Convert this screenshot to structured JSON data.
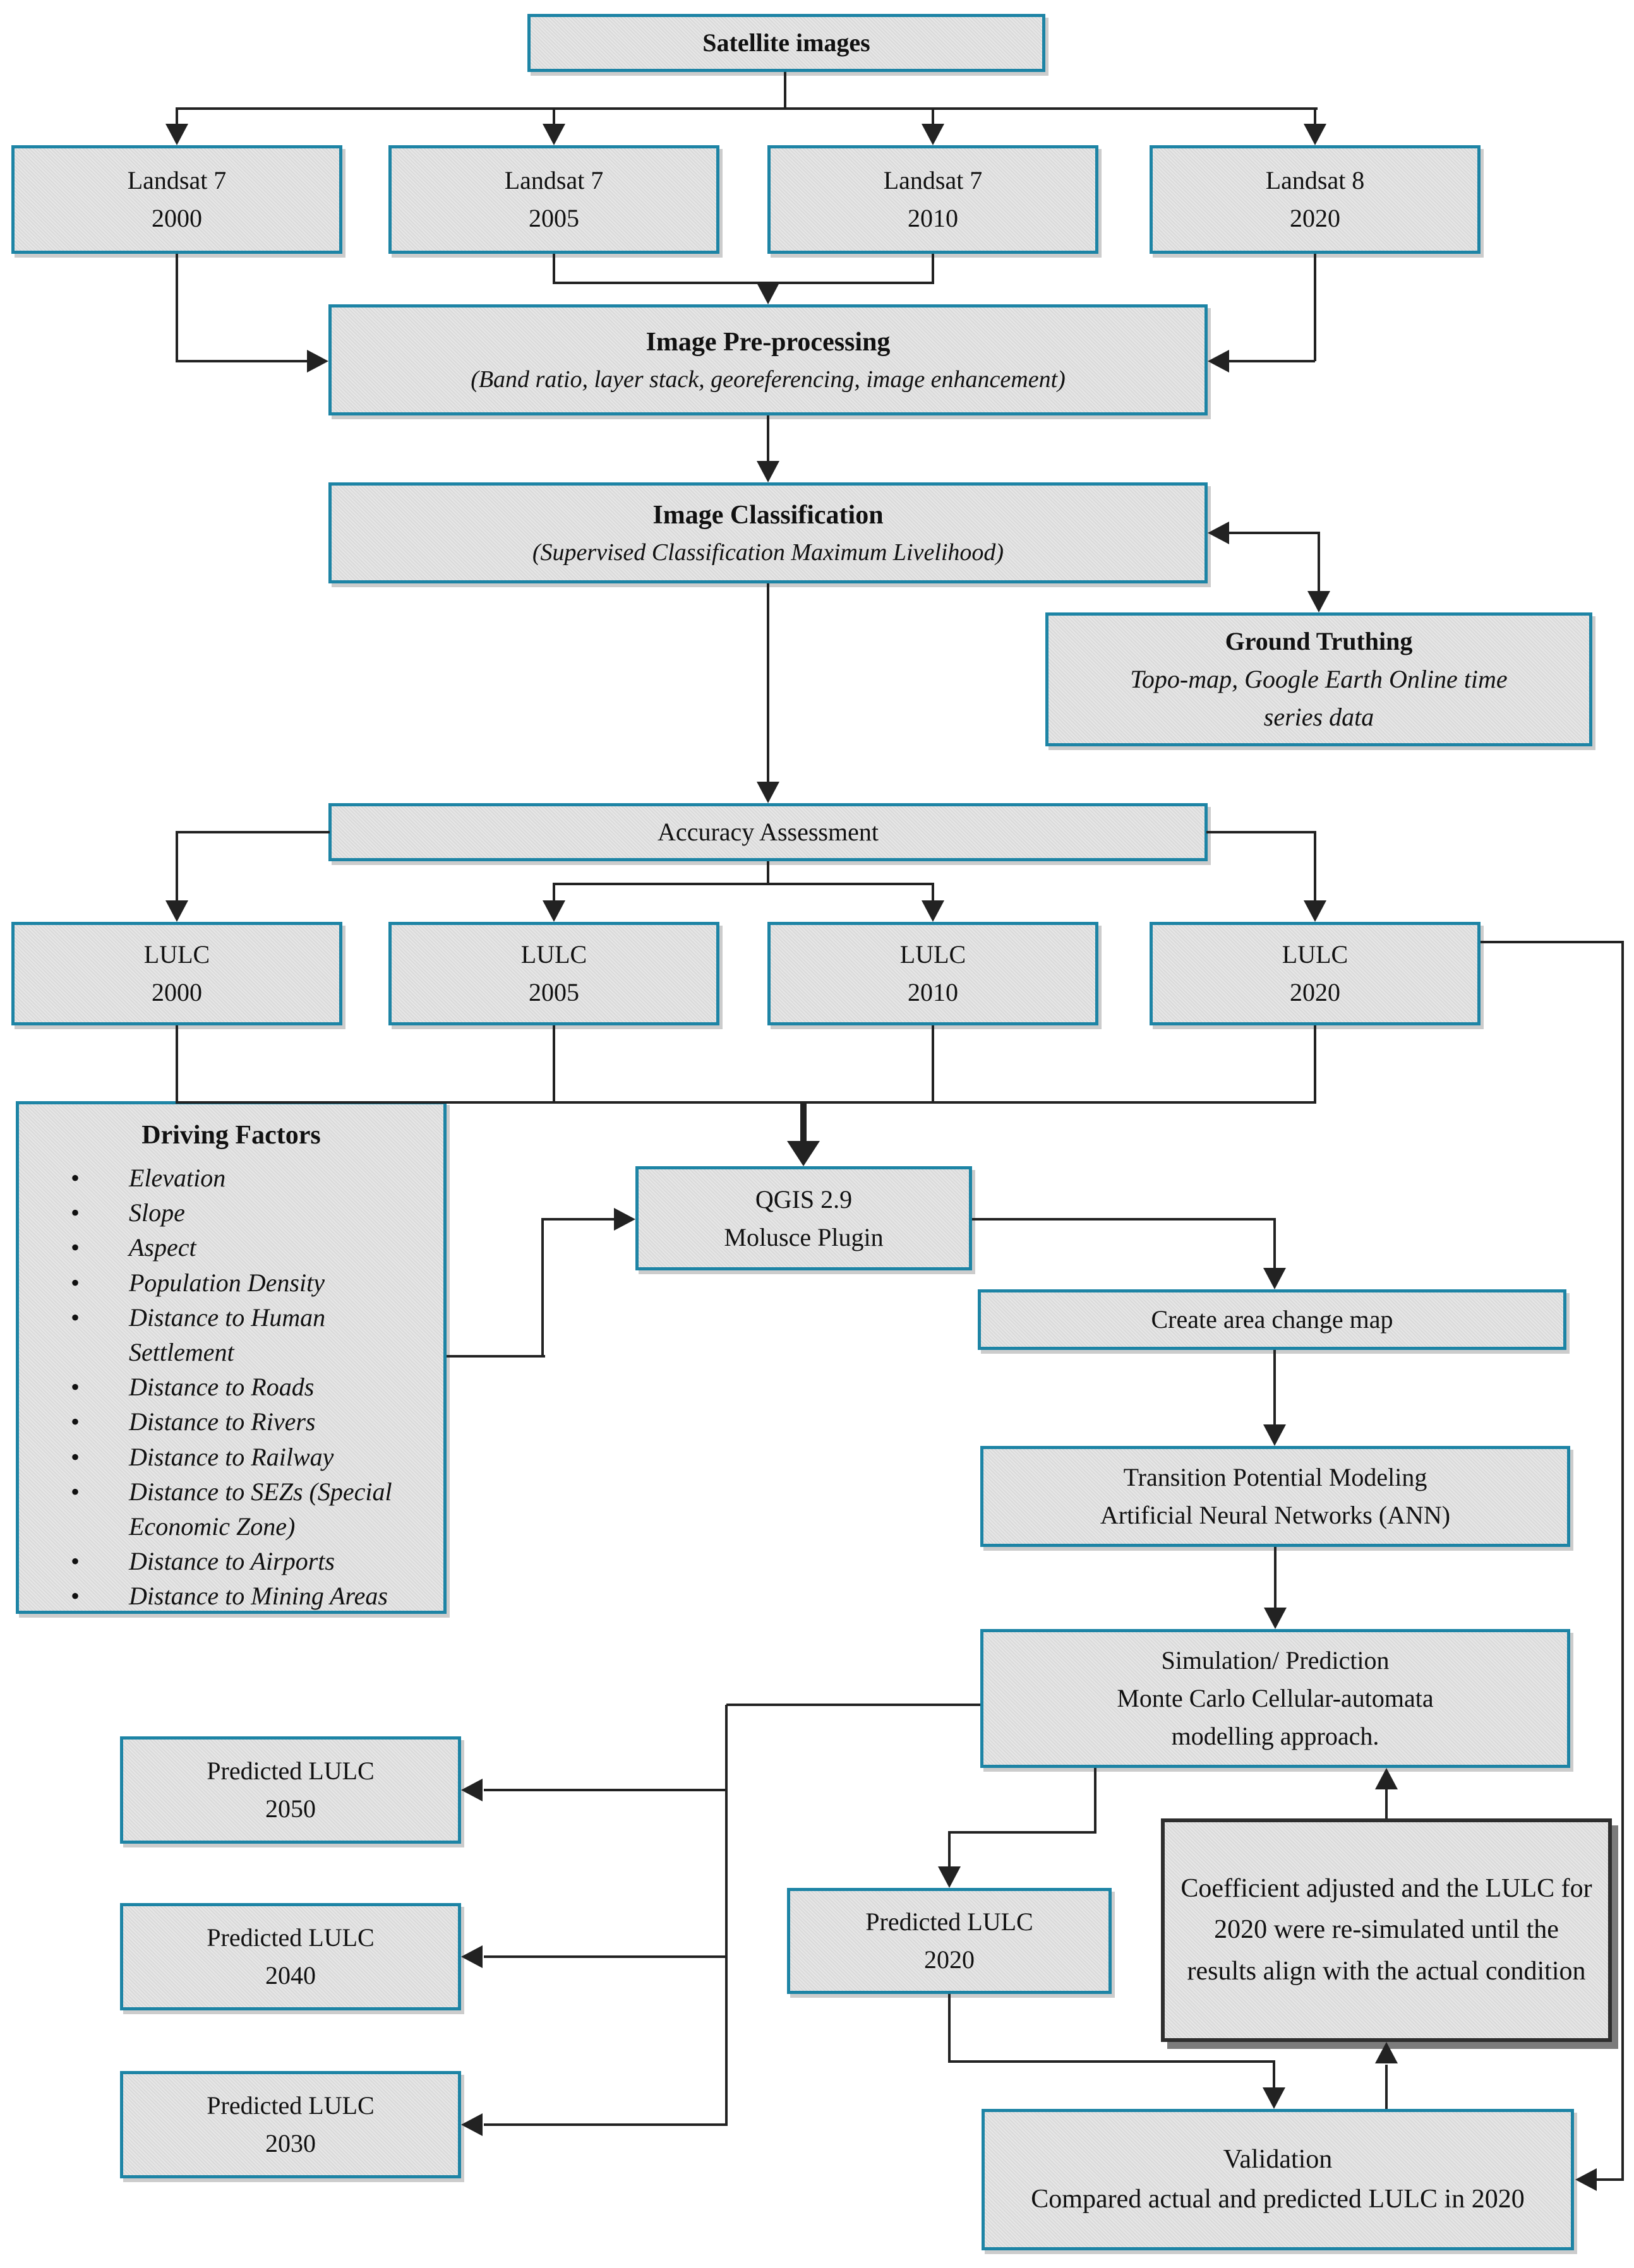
{
  "diagram": {
    "title": "LULC change prediction methodology flowchart",
    "colors": {
      "box_fill": "#dcdcdc",
      "box_border_teal": "#1d84a5",
      "coefficient_box_border": "#2e2e2e",
      "connector_line": "#222222",
      "text": "#111111"
    },
    "nodes": {
      "satellite": {
        "label": "Satellite images"
      },
      "landsat7_2000": {
        "line1": "Landsat 7",
        "line2": "2000"
      },
      "landsat7_2005": {
        "line1": "Landsat 7",
        "line2": "2005"
      },
      "landsat7_2010": {
        "line1": "Landsat 7",
        "line2": "2010"
      },
      "landsat8_2020": {
        "line1": "Landsat 8",
        "line2": "2020"
      },
      "preprocessing": {
        "title": "Image Pre-processing",
        "subtitle": "(Band ratio, layer stack, georeferencing, image enhancement)"
      },
      "classification": {
        "title": "Image Classification",
        "subtitle": "(Supervised Classification Maximum Livelihood)"
      },
      "ground_truthing": {
        "title": "Ground Truthing",
        "subtitle": "Topo-map, Google Earth Online time series data"
      },
      "accuracy": {
        "label": "Accuracy Assessment"
      },
      "lulc_2000": {
        "line1": "LULC",
        "line2": "2000"
      },
      "lulc_2005": {
        "line1": "LULC",
        "line2": "2005"
      },
      "lulc_2010": {
        "line1": "LULC",
        "line2": "2010"
      },
      "lulc_2020": {
        "line1": "LULC",
        "line2": "2020"
      },
      "driving_factors": {
        "title": "Driving Factors",
        "items": [
          "Elevation",
          "Slope",
          "Aspect",
          "Population Density",
          "Distance to Human Settlement",
          "Distance to Roads",
          "Distance to Rivers",
          "Distance to Railway",
          "Distance to SEZs (Special Economic Zone)",
          "Distance to Airports",
          "Distance to Mining Areas"
        ]
      },
      "qgis": {
        "line1": "QGIS 2.9",
        "line2": "Molusce Plugin"
      },
      "create_map": {
        "label": "Create area change map"
      },
      "transition": {
        "line1": "Transition Potential Modeling",
        "line2": "Artificial Neural Networks (ANN)"
      },
      "simulation": {
        "line1": "Simulation/ Prediction",
        "line2": "Monte Carlo Cellular-automata",
        "line3": "modelling approach."
      },
      "predicted_2050": {
        "line1": "Predicted LULC",
        "line2": "2050"
      },
      "predicted_2040": {
        "line1": "Predicted LULC",
        "line2": "2040"
      },
      "predicted_2030": {
        "line1": "Predicted LULC",
        "line2": "2030"
      },
      "predicted_2020": {
        "line1": "Predicted LULC",
        "line2": "2020"
      },
      "coefficient": {
        "text": "Coefficient adjusted and the LULC for 2020 were re-simulated until the results align with the actual condition"
      },
      "validation": {
        "line1": "Validation",
        "line2": "Compared actual and predicted LULC in 2020"
      }
    }
  }
}
